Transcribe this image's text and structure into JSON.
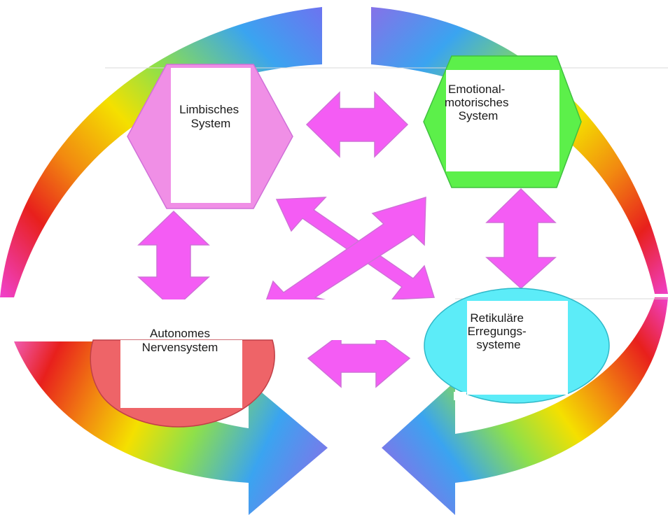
{
  "nodes": {
    "limbic": {
      "lines": [
        "Limbisches",
        "System"
      ],
      "color": "#f08fe6"
    },
    "emotional_motor": {
      "lines": [
        "Emotional-",
        "motorisches",
        "System"
      ],
      "color": "#5cf04a"
    },
    "autonomic": {
      "lines": [
        "Autonomes",
        "Nervensystem"
      ],
      "color": "#ee6468"
    },
    "reticular": {
      "lines": [
        "Retikuläre",
        "Erregungs-",
        "systeme"
      ],
      "color": "#5cecf8"
    }
  },
  "connector_color": "#f45cf4"
}
